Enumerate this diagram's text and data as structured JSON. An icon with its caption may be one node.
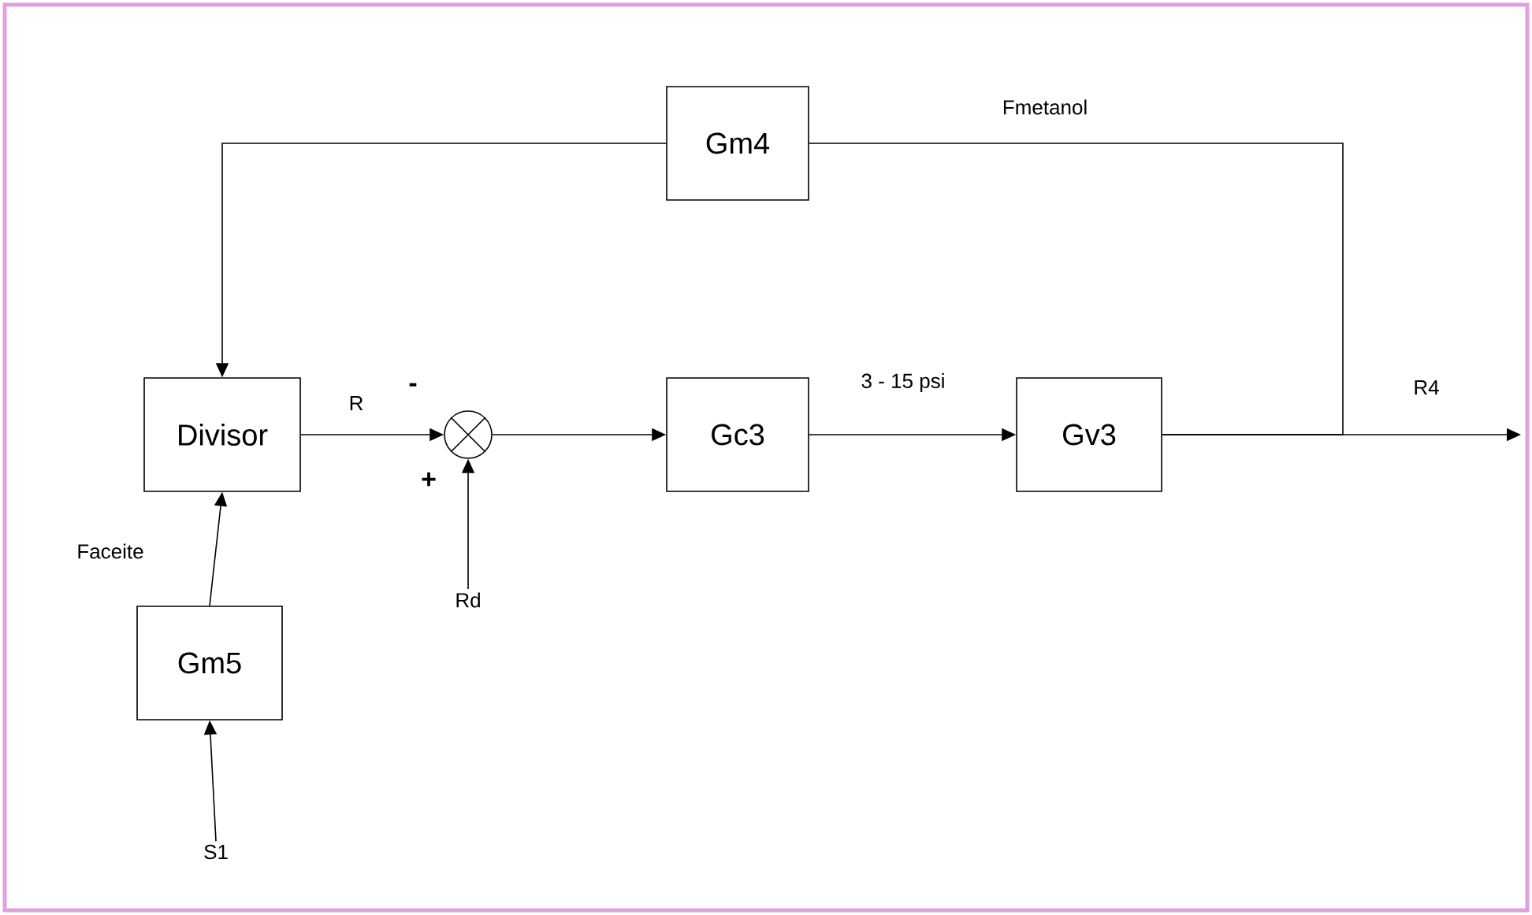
{
  "diagram": {
    "nodes": [
      {
        "text": [
          "Gm4"
        ]
      },
      {
        "text": [
          "Divisor"
        ]
      },
      {
        "text": [],
        "shape": "circle"
      },
      {
        "text": [
          "Gc3"
        ]
      },
      {
        "text": [
          "Gv3"
        ]
      },
      {
        "text": [
          "Gm5"
        ]
      },
      {
        "text": [
          "Rd"
        ]
      },
      {
        "text": [
          "S1"
        ]
      }
    ],
    "edges": [
      {
        "from": 4,
        "to": 0,
        "arrow": "none",
        "label": "Fmetanol"
      },
      {
        "from": 0,
        "to": 1,
        "arrow": "to"
      },
      {
        "from": 1,
        "to": 2,
        "arrow": "to",
        "label": "R"
      },
      {
        "from": 2,
        "to": 3,
        "arrow": "to"
      },
      {
        "from": 3,
        "to": 4,
        "arrow": "to",
        "label": "3 - 15 psi"
      },
      {
        "from": 4,
        "to": null,
        "arrow": "to",
        "label": "R4"
      },
      {
        "from": 6,
        "to": 2,
        "arrow": "to"
      },
      {
        "from": 5,
        "to": 1,
        "arrow": "to",
        "label": "Faceite"
      },
      {
        "from": 7,
        "to": 5,
        "arrow": "to"
      }
    ],
    "labels": [
      "-",
      "+"
    ]
  }
}
